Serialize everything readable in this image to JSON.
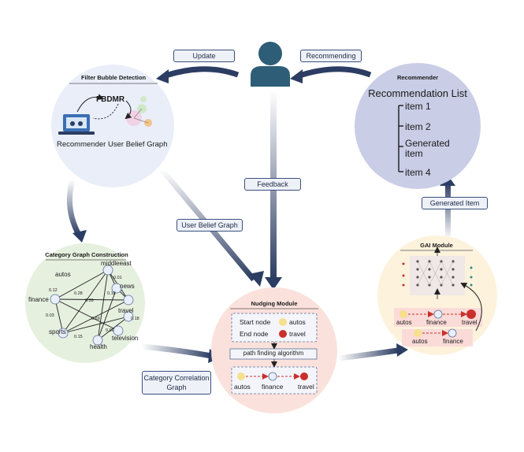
{
  "arrow_labels": {
    "update": "Update",
    "recommending": "Recommending",
    "feedback": "Feedback",
    "user_belief_graph": "User Belief Graph",
    "generated_item": "Generated Item",
    "category_correlation_graph": "Category Correlation Graph"
  },
  "filter_bubble": {
    "title": "Filter Bubble Detection",
    "fbdmr": "FBDMR",
    "recommender": "Recommender",
    "user_belief_graph": "User Belief Graph"
  },
  "recommender": {
    "title": "Recommender",
    "list_title": "Recommendation List",
    "items": [
      "item 1",
      "item 2",
      "Generated item",
      "item 4"
    ]
  },
  "category_graph": {
    "title": "Category Graph Construction",
    "nodes": [
      "autos",
      "middleeast",
      "news",
      "finance",
      "travel",
      "sports",
      "television",
      "health"
    ],
    "edge_weights": [
      "0.12",
      "0.28",
      "0.39",
      "0.01",
      "0.18",
      "0.03",
      "0.69",
      "0.18",
      "0.06",
      "0.15"
    ]
  },
  "nudging": {
    "title": "Nudging Module",
    "start_label": "Start node",
    "end_label": "End node",
    "start_value": "autos",
    "end_value": "travel",
    "algorithm": "path finding algorithm",
    "path": [
      "autos",
      "finance",
      "travel"
    ]
  },
  "gai": {
    "title": "GAI Module",
    "path_full": [
      "autos",
      "finance",
      "travel"
    ],
    "path_partial": [
      "autos",
      "finance"
    ]
  },
  "colors": {
    "arrow": "#2c3d63",
    "filter_bg": "#e9eef9",
    "recommender_bg": "#c9cde6",
    "category_bg": "#e6f0df",
    "nudging_bg": "#fbe1dc",
    "gai_bg": "#fdf2dc",
    "node_autos": "#f6e08a",
    "node_travel": "#c9302c",
    "node_plain": "#e9f0fb"
  }
}
